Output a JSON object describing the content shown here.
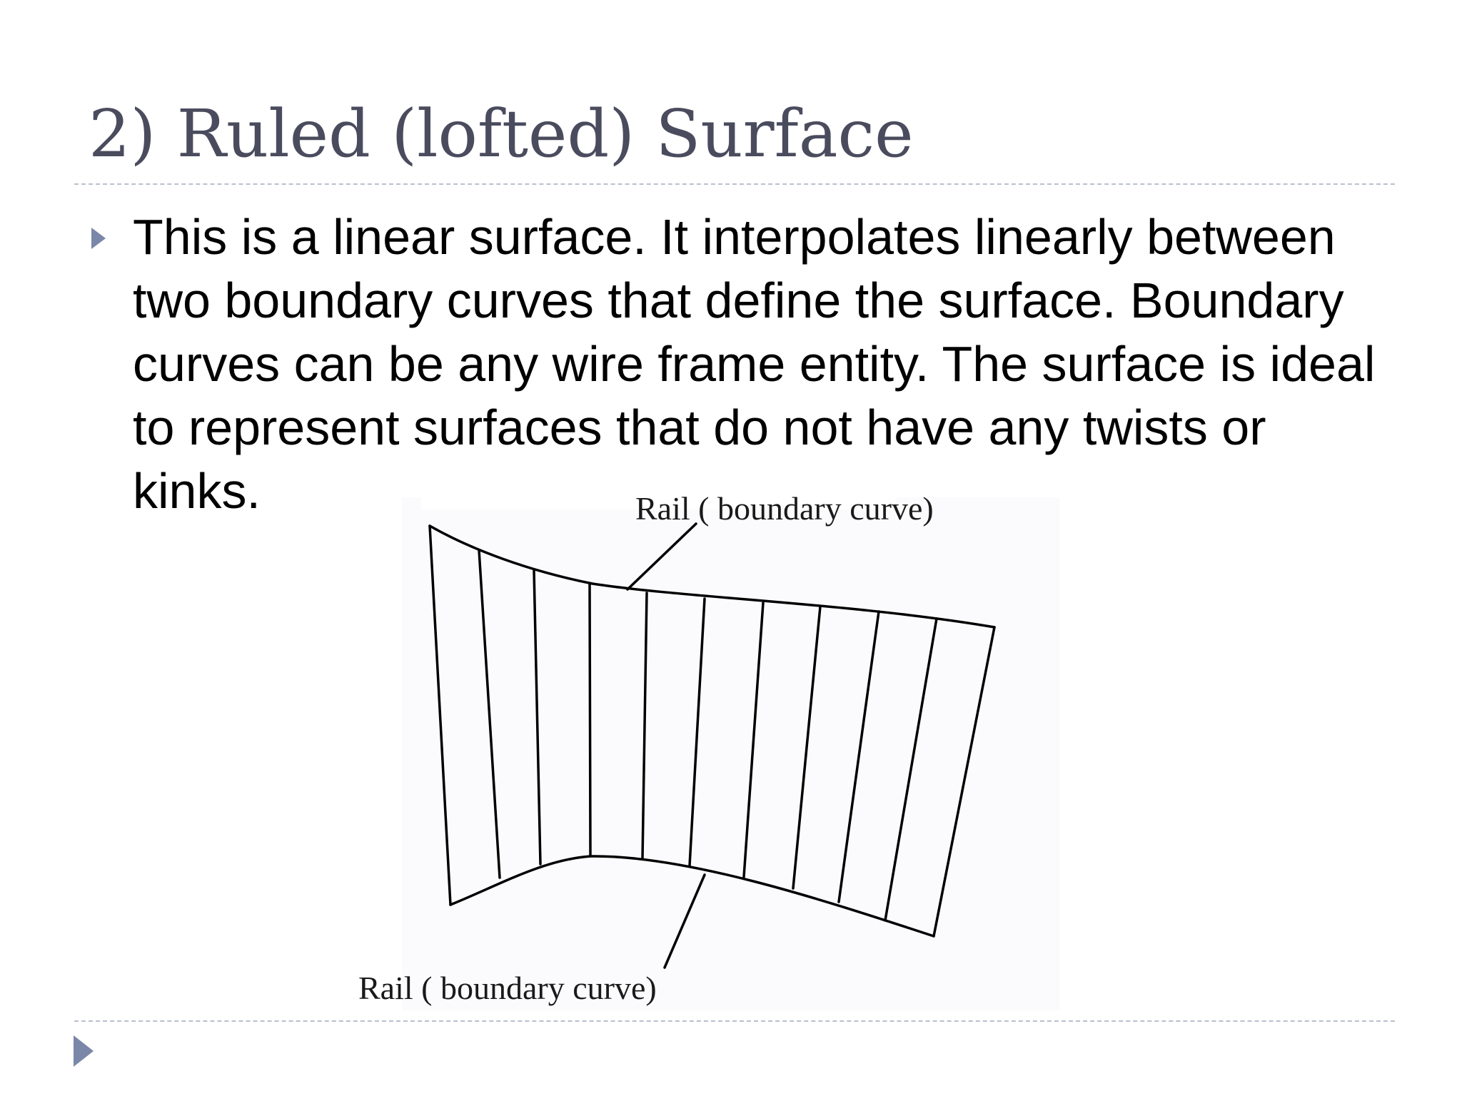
{
  "slide": {
    "title": "2) Ruled (lofted) Surface",
    "bullet_text": "This is a linear surface. It interpolates linearly between two boundary curves that define the surface. Boundary curves can be any wire frame entity. The surface is ideal to represent surfaces that do not have any twists or kinks."
  },
  "figure": {
    "top_label": "Rail ( boundary curve)",
    "bottom_label": "Rail ( boundary curve)"
  },
  "icons": {
    "bullet": "triangle-right-icon",
    "slide_marker": "triangle-right-icon"
  },
  "colors": {
    "title": "#4a4c5e",
    "bullet": "#7a87a8",
    "divider": "#b9c0cc",
    "text": "#000000"
  }
}
